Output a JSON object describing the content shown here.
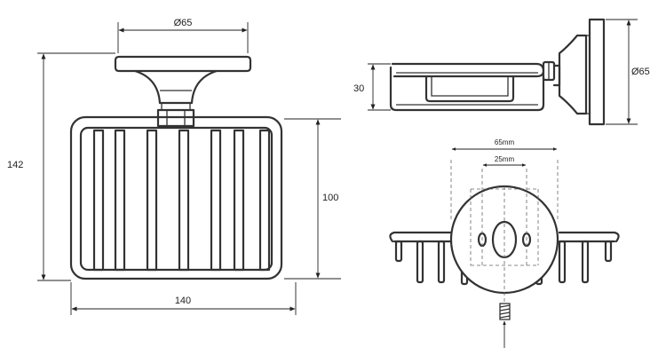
{
  "front_view": {
    "top_diameter": "Ø65",
    "height": "142",
    "basket_height": "100",
    "width": "140"
  },
  "side_view": {
    "depth": "30",
    "diameter": "Ø65"
  },
  "plate_view": {
    "hole_span": "65mm",
    "slot_span": "25mm"
  }
}
